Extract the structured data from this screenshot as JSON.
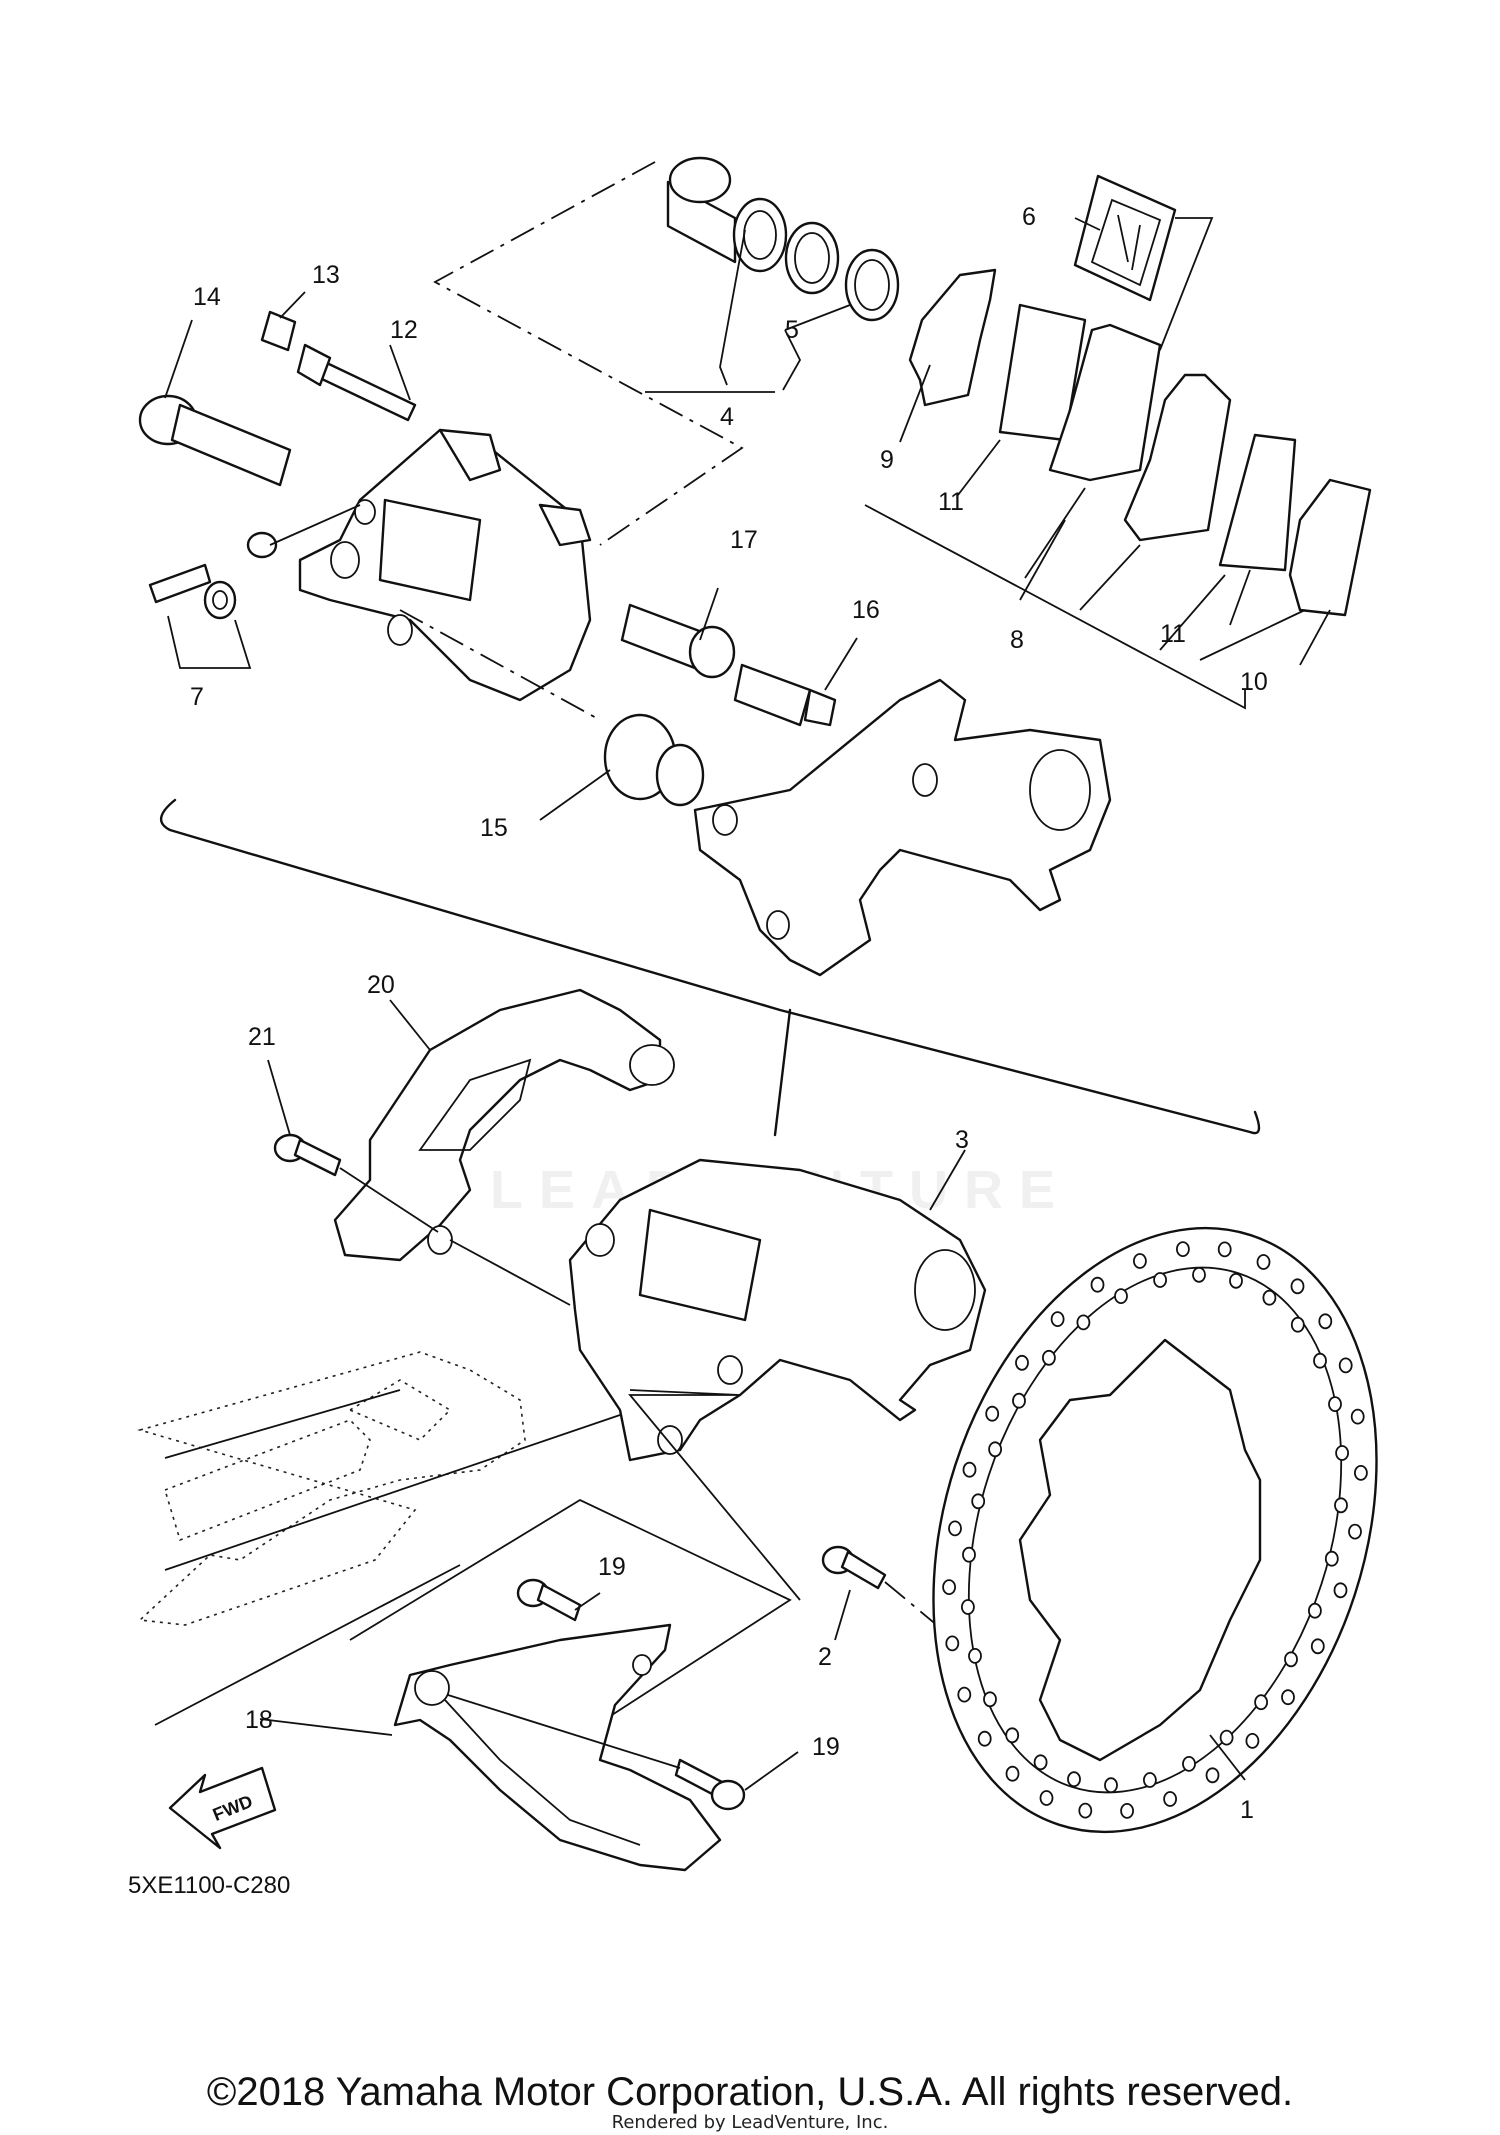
{
  "diagram_code": "5XE1100-C280",
  "fwd_label": "FWD",
  "copyright": "©2018 Yamaha Motor Corporation, U.S.A. All rights reserved.",
  "rendered_by": "Rendered by LeadVenture, Inc.",
  "watermark_text": "LEADVENTURE",
  "callouts": {
    "c1": "1",
    "c2": "2",
    "c3": "3",
    "c4": "4",
    "c5": "5",
    "c6": "6",
    "c7": "7",
    "c8": "8",
    "c9": "9",
    "c10": "10",
    "c11a": "11",
    "c11b": "11",
    "c12": "12",
    "c13": "13",
    "c14": "14",
    "c15": "15",
    "c16": "16",
    "c17": "17",
    "c18": "18",
    "c19a": "19",
    "c19b": "19",
    "c20": "20",
    "c21": "21"
  }
}
